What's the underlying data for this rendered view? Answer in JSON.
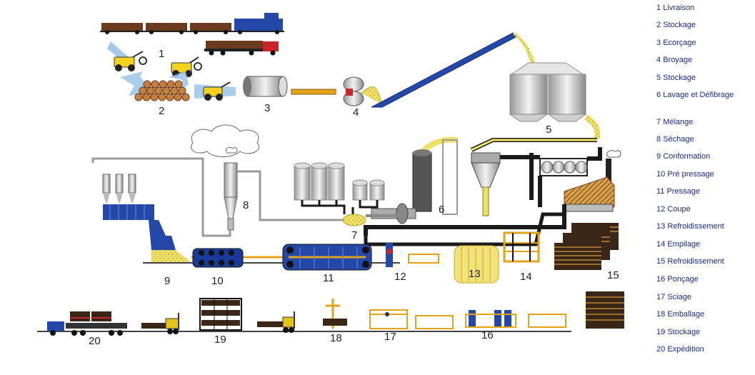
{
  "diagram": {
    "step_numbers": [
      "1",
      "2",
      "3",
      "4",
      "5",
      "6",
      "7",
      "8",
      "9",
      "10",
      "11",
      "12",
      "13",
      "14",
      "15",
      "16",
      "17",
      "18",
      "19",
      "20"
    ]
  },
  "legend": {
    "items": [
      {
        "num": "1",
        "label": "Livraison"
      },
      {
        "num": "2",
        "label": "Stockage"
      },
      {
        "num": "3",
        "label": "Ecorçage"
      },
      {
        "num": "4",
        "label": "Broyage"
      },
      {
        "num": "5",
        "label": "Stockage"
      },
      {
        "num": "6",
        "label": "Lavage et Défibrage"
      },
      {
        "num": "7",
        "label": "Mélange"
      },
      {
        "num": "8",
        "label": "Séchage"
      },
      {
        "num": "9",
        "label": "Conformation"
      },
      {
        "num": "10",
        "label": "Pré pressage"
      },
      {
        "num": "11",
        "label": "Pressage"
      },
      {
        "num": "12",
        "label": "Coupe"
      },
      {
        "num": "13",
        "label": "Refroidissement"
      },
      {
        "num": "14",
        "label": "Empilage"
      },
      {
        "num": "15",
        "label": "Refroidissement"
      },
      {
        "num": "16",
        "label": "Ponçage"
      },
      {
        "num": "17",
        "label": "Sciage"
      },
      {
        "num": "18",
        "label": "Emballage"
      },
      {
        "num": "19",
        "label": "Stockage"
      },
      {
        "num": "20",
        "label": "Expédition"
      }
    ]
  },
  "colors": {
    "blue": "#2348a8",
    "yellow": "#f2dc3c",
    "chip": "#efe06a",
    "black": "#1a1a1a",
    "wood": "#8a4a22",
    "legend_text": "#1a2a8a"
  }
}
